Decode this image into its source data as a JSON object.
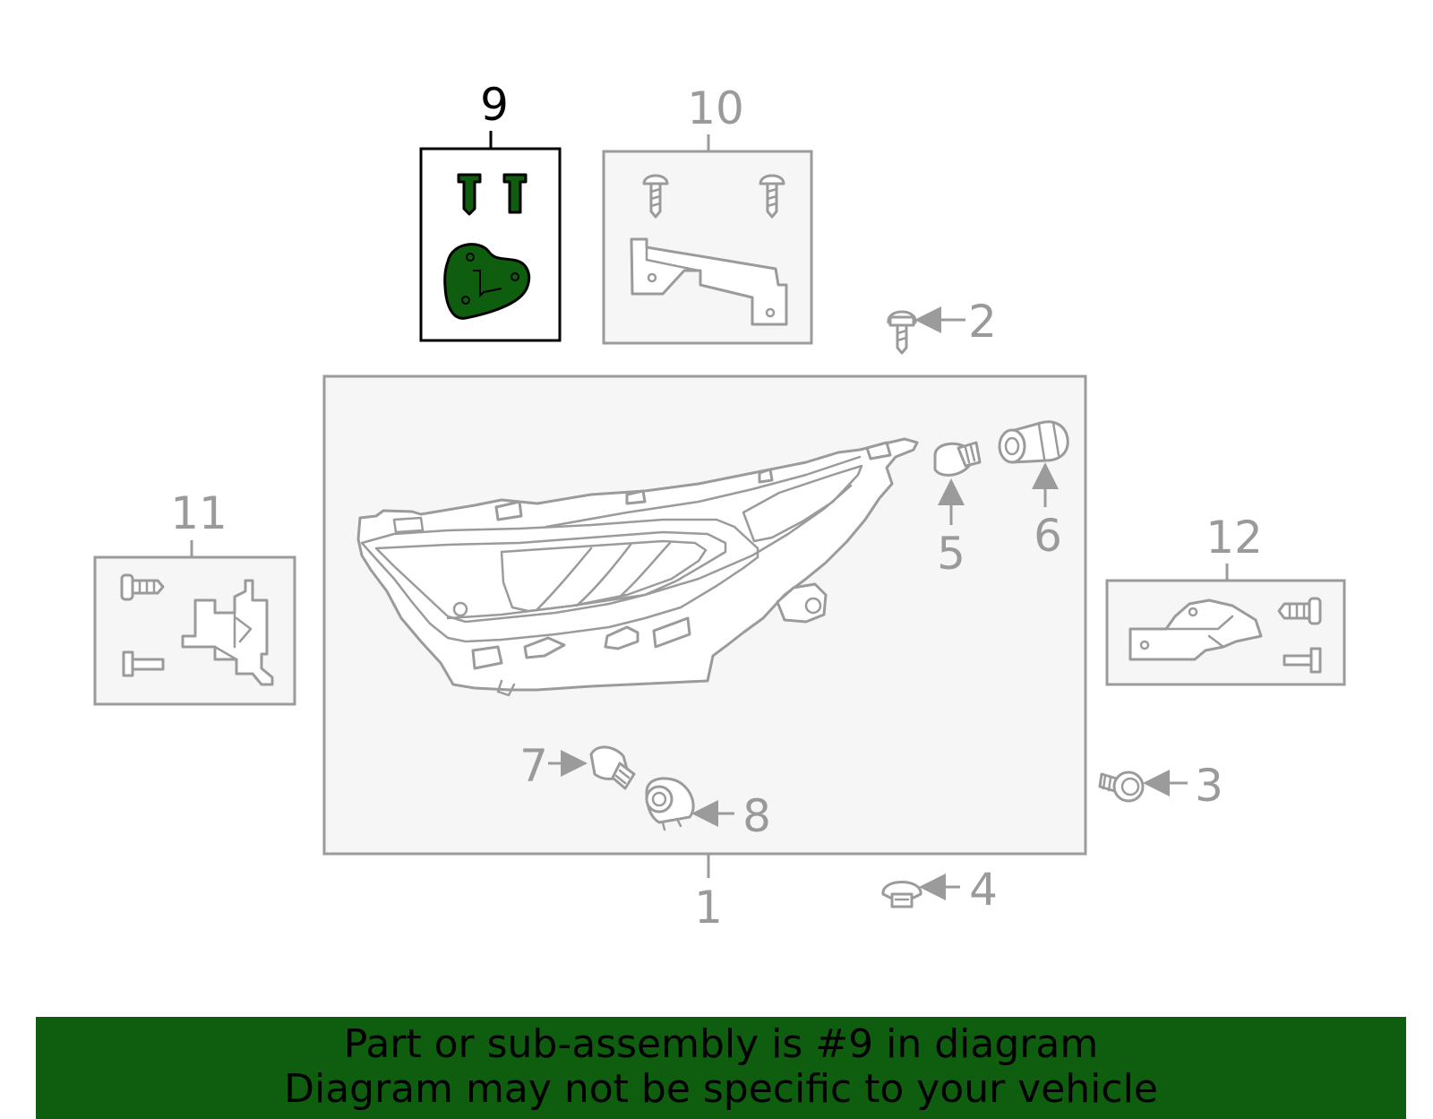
{
  "callouts": {
    "c1": "1",
    "c2": "2",
    "c3": "3",
    "c4": "4",
    "c5": "5",
    "c6": "6",
    "c7": "7",
    "c8": "8",
    "c9": "9",
    "c10": "10",
    "c11": "11",
    "c12": "12"
  },
  "highlighted_part": "9",
  "colors": {
    "highlight": "#0f5e0f",
    "line": "#9b9b9b",
    "box_fill": "#f6f6f6"
  },
  "banner": {
    "line1": "Part or sub-assembly is #9 in diagram",
    "line2": "Diagram may not be specific to your vehicle"
  }
}
